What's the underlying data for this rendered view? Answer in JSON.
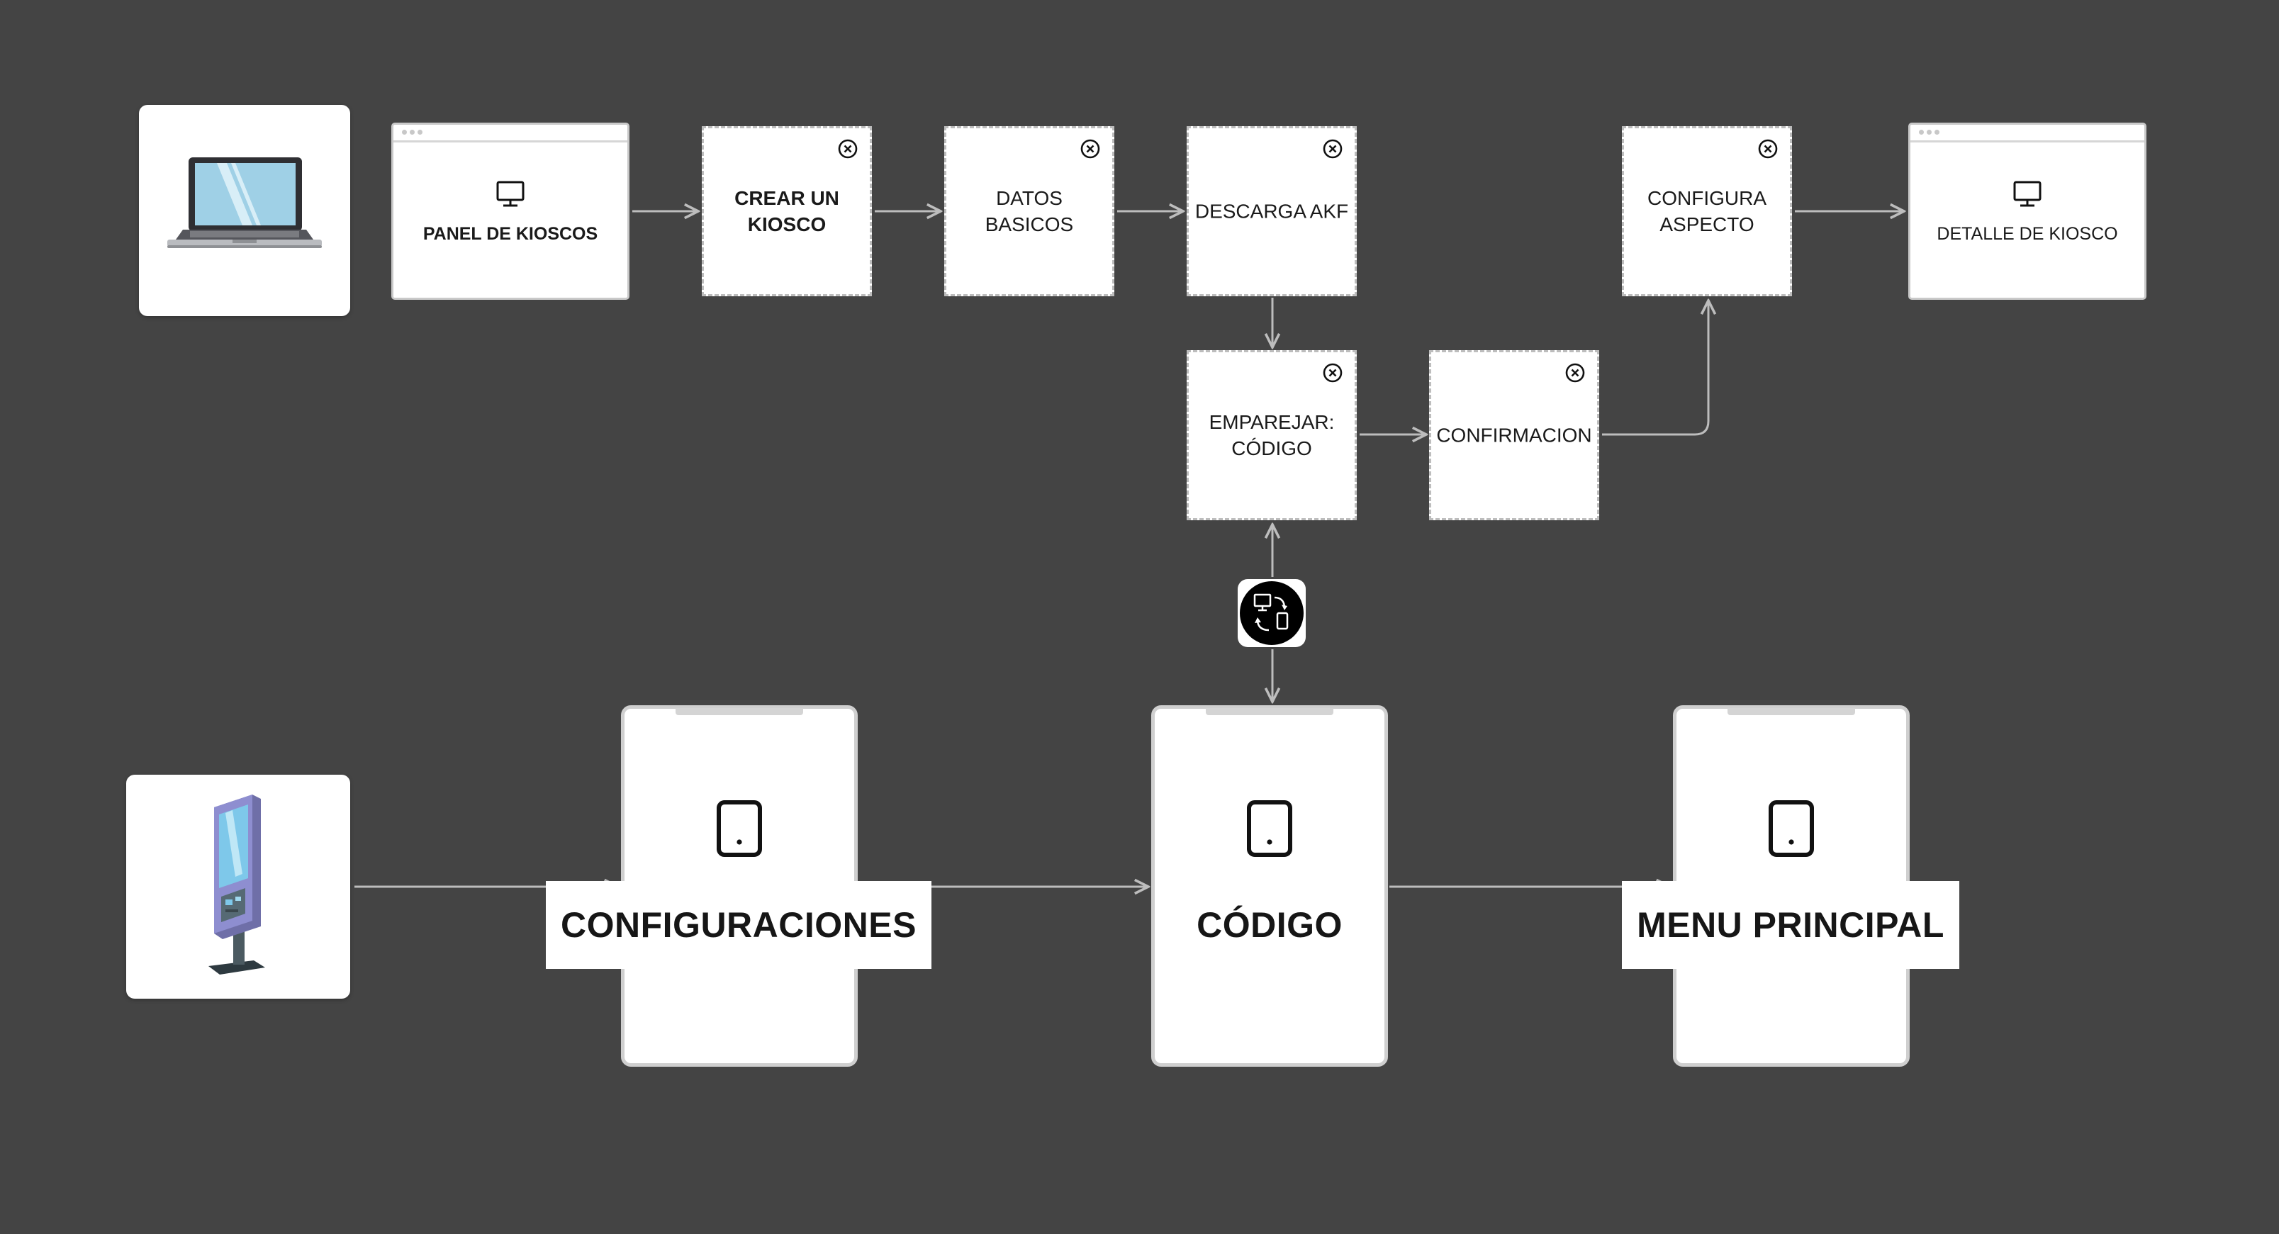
{
  "devices": {
    "laptop": {
      "icon": "laptop-icon"
    },
    "kiosk": {
      "icon": "kiosk-terminal-icon"
    }
  },
  "flow": {
    "panel_de_kioscos": {
      "label": "PANEL DE KIOSCOS",
      "icon": "monitor-icon"
    },
    "crear_un_kiosco": {
      "label": "CREAR UN KIOSCO",
      "icon": "close-circle-icon"
    },
    "datos_basicos": {
      "label": "DATOS BASICOS",
      "icon": "close-circle-icon"
    },
    "descarga_akf": {
      "label": "DESCARGA AKF",
      "icon": "close-circle-icon"
    },
    "configura_aspecto": {
      "label": "CONFIGURA ASPECTO",
      "icon": "close-circle-icon"
    },
    "detalle_de_kiosco": {
      "label": "DETALLE DE KIOSCO",
      "icon": "monitor-icon"
    },
    "emparejar_codigo": {
      "label": "EMPAREJAR: CÓDIGO",
      "icon": "close-circle-icon"
    },
    "confirmacion": {
      "label": "CONFIRMACION",
      "icon": "close-circle-icon"
    }
  },
  "sync": {
    "icon": "device-sync-icon"
  },
  "screens": {
    "configuraciones": {
      "label": "CONFIGURACIONES",
      "icon": "tablet-icon"
    },
    "codigo": {
      "label": "CÓDIGO",
      "icon": "tablet-icon"
    },
    "menu_principal": {
      "label": "MENU PRINCIPAL",
      "icon": "tablet-icon"
    }
  },
  "colors": {
    "background": "#444444",
    "node": "#ffffff",
    "connector": "#bdbdbd",
    "text": "#1a1a1a"
  }
}
